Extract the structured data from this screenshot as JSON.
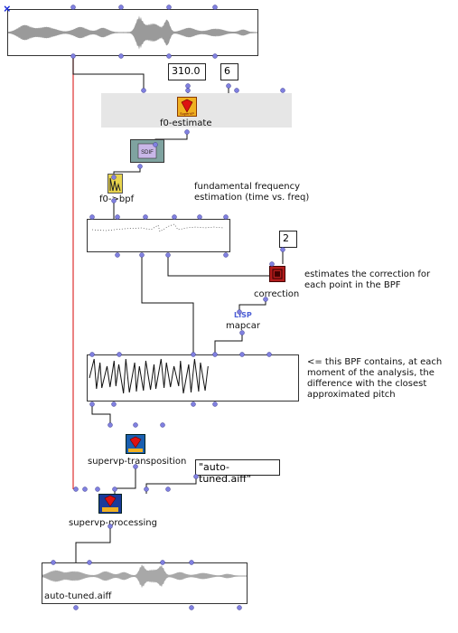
{
  "objects": {
    "source_sound": {
      "label": ""
    },
    "f0_estimate": {
      "label": "f0-estimate"
    },
    "f0_to_bpf": {
      "label": "f0->bpf"
    },
    "correction": {
      "label": "correction"
    },
    "mapcar": {
      "label": "mapcar",
      "lisp_tag": "LISP"
    },
    "supervp_transposition": {
      "label": "supervp-transposition"
    },
    "supervp_processing": {
      "label": "supervp-processing"
    },
    "output_sound": {
      "label": "auto-tuned.aiff"
    }
  },
  "values": {
    "freq": "310.0",
    "six": "6",
    "two": "2",
    "filename": "\"auto-tuned.aiff\""
  },
  "comments": {
    "f0": [
      "fundamental frequency",
      "estimation (time vs. freq)"
    ],
    "correction": [
      "estimates the correction for",
      "each point in the BPF"
    ],
    "bpf_diff": [
      "<= this BPF contains, at each",
      "moment of the analysis, the",
      "difference with the closest",
      "approximated pitch"
    ]
  },
  "colors": {
    "wire": "#111111",
    "sound_wire": "#e04040",
    "inlet": "#8080e0",
    "waveform": "#9a9a9a",
    "selection_bg": "#e6e6e6"
  }
}
